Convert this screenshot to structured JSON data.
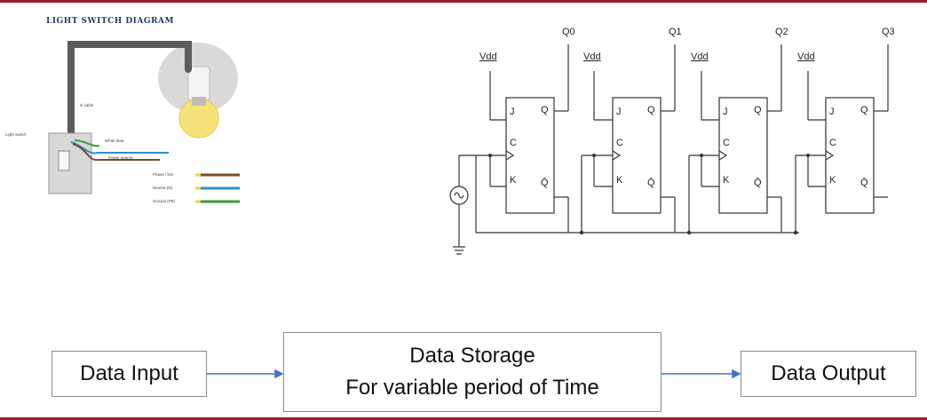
{
  "light_switch": {
    "title": "LIGHT SWITCH DIAGRAM",
    "labels": {
      "light_switch": "Light switch",
      "pt_label": "sl cable",
      "wires": "White lead",
      "power_source": "Power source",
      "legend_phase": "Phase / live",
      "legend_neutral": "Neutral (N)",
      "legend_ground": "Ground (PE)"
    },
    "wire_colors": {
      "phase": "#7a4a2a",
      "neutral": "#2f8fd0",
      "ground": "#3c9a3c",
      "cable": "#5b5b5b"
    }
  },
  "counter": {
    "stages": [
      {
        "vdd": "Vdd",
        "j": "J",
        "c": "C",
        "k": "K",
        "q": "Q",
        "qbar": "Q̄",
        "out": "Q0"
      },
      {
        "vdd": "Vdd",
        "j": "J",
        "c": "C",
        "k": "K",
        "q": "Q",
        "qbar": "Q̄",
        "out": "Q1"
      },
      {
        "vdd": "Vdd",
        "j": "J",
        "c": "C",
        "k": "K",
        "q": "Q",
        "qbar": "Q̄",
        "out": "Q2"
      },
      {
        "vdd": "Vdd",
        "j": "J",
        "c": "C",
        "k": "K",
        "q": "Q",
        "qbar": "Q̄",
        "out": "Q3"
      }
    ]
  },
  "flow": {
    "input": "Data Input",
    "storage_line1": "Data Storage",
    "storage_line2": "For variable period of Time",
    "output": "Data Output",
    "arrow_color": "#4472c4"
  }
}
